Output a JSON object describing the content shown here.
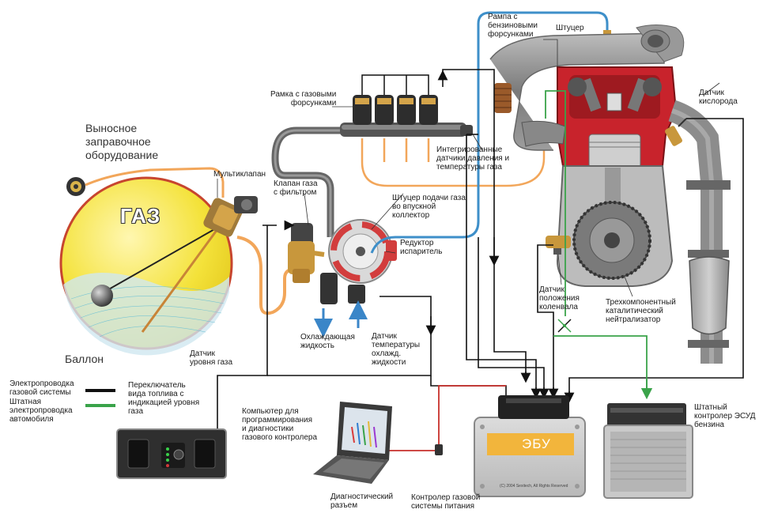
{
  "labels": {
    "remote_filling": "Выносное\nзаправочное\nоборудование",
    "multivalve": "Мультиклапан",
    "gas_injector_rail": "Рамка с газовыми\nфорсунками",
    "petrol_injector_rail": "Рампа с\nбензиновыми\nфорсунками",
    "fitting_top": "Штуцер",
    "oxygen_sensor": "Датчик\nкислорода",
    "pressure_temp_sensors": "Интегрированные\nдатчики давления и\nтемпературы газа",
    "gas_valve_filter": "Клапан газа\nс фильтром",
    "gas_inlet_fitting": "Штуцер подачи газа\nво впускной\nколлектор",
    "reducer": "Редуктор\nиспаритель",
    "crank_sensor": "Датчик\nположения\nколенвала",
    "catalytic": "Трехкомпонентный\nкаталитический\nнейтрализатор",
    "coolant": "Охлаждающая\nжидкость",
    "coolant_temp_sensor": "Датчик\nтемпературы\nохлажд.\nжидкости",
    "cylinder": "Баллон",
    "gas_level_sensor": "Датчик\nуровня газа",
    "gas_wiring": "Электропроводка\nгазовой системы",
    "car_wiring": "Штатная\nэлектропроводка\nавтомобиля",
    "fuel_switch": "Переключатель\nвида топлива с\nиндикацией уровня\nгаза",
    "diag_computer": "Компьютер для\nпрограммирования\nи диагностики\nгазового контролера",
    "stock_ecu": "Штатный\nконтролер ЭСУД\nбензина",
    "diag_connector": "Диагностический\nразъем",
    "gas_controller_power": "Контролер газовой\nсистемы питания"
  },
  "tank_text": "ГАЗ",
  "ecu_text": "ЭБУ",
  "ecu_copyright": "(C) 2004 Sexitech, All Rights Reserved",
  "colors": {
    "tank_yellow": "#f4e23a",
    "gas_line_orange": "#f2a65a",
    "petrol_line_blue": "#3e8fc9",
    "wire_black": "#111111",
    "wire_green": "#3aa34a",
    "engine_red": "#c8232c",
    "metal_grey": "#8c8c8c",
    "coolant_blue": "#3a86c8",
    "diag_wire_red": "#c8312c"
  },
  "legend": {
    "gas_wiring_color": "black",
    "car_wiring_color": "green"
  }
}
